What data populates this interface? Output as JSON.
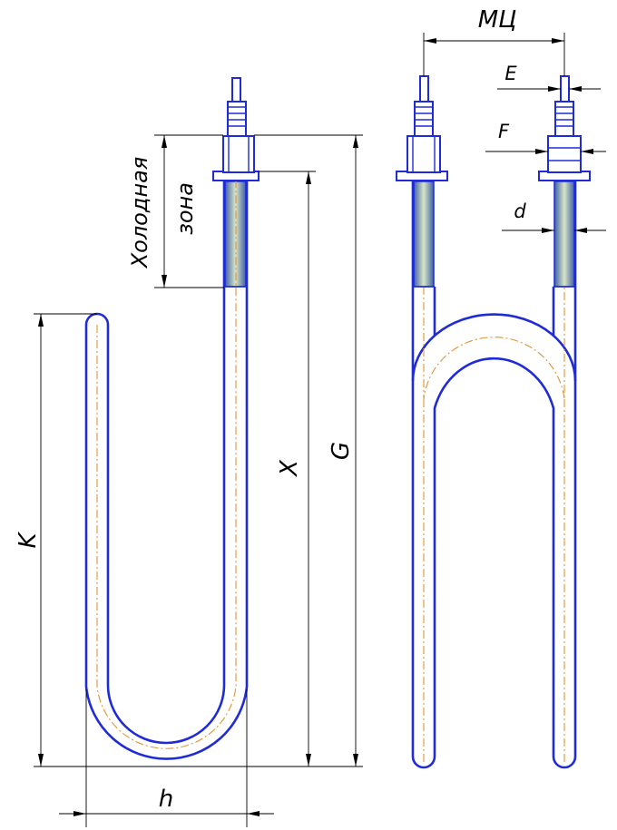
{
  "labels": {
    "cold_zone_line1": "Холодная",
    "cold_zone_line2": "зона",
    "K": "K",
    "X": "X",
    "G": "G",
    "h": "h",
    "MC": "МЦ",
    "E": "E",
    "F": "F",
    "d": "d"
  },
  "colors": {
    "tube": "#1f2bd6",
    "centerline": "#e09433",
    "cold_zone": "#8fb6c4",
    "dimension": "#000000"
  }
}
